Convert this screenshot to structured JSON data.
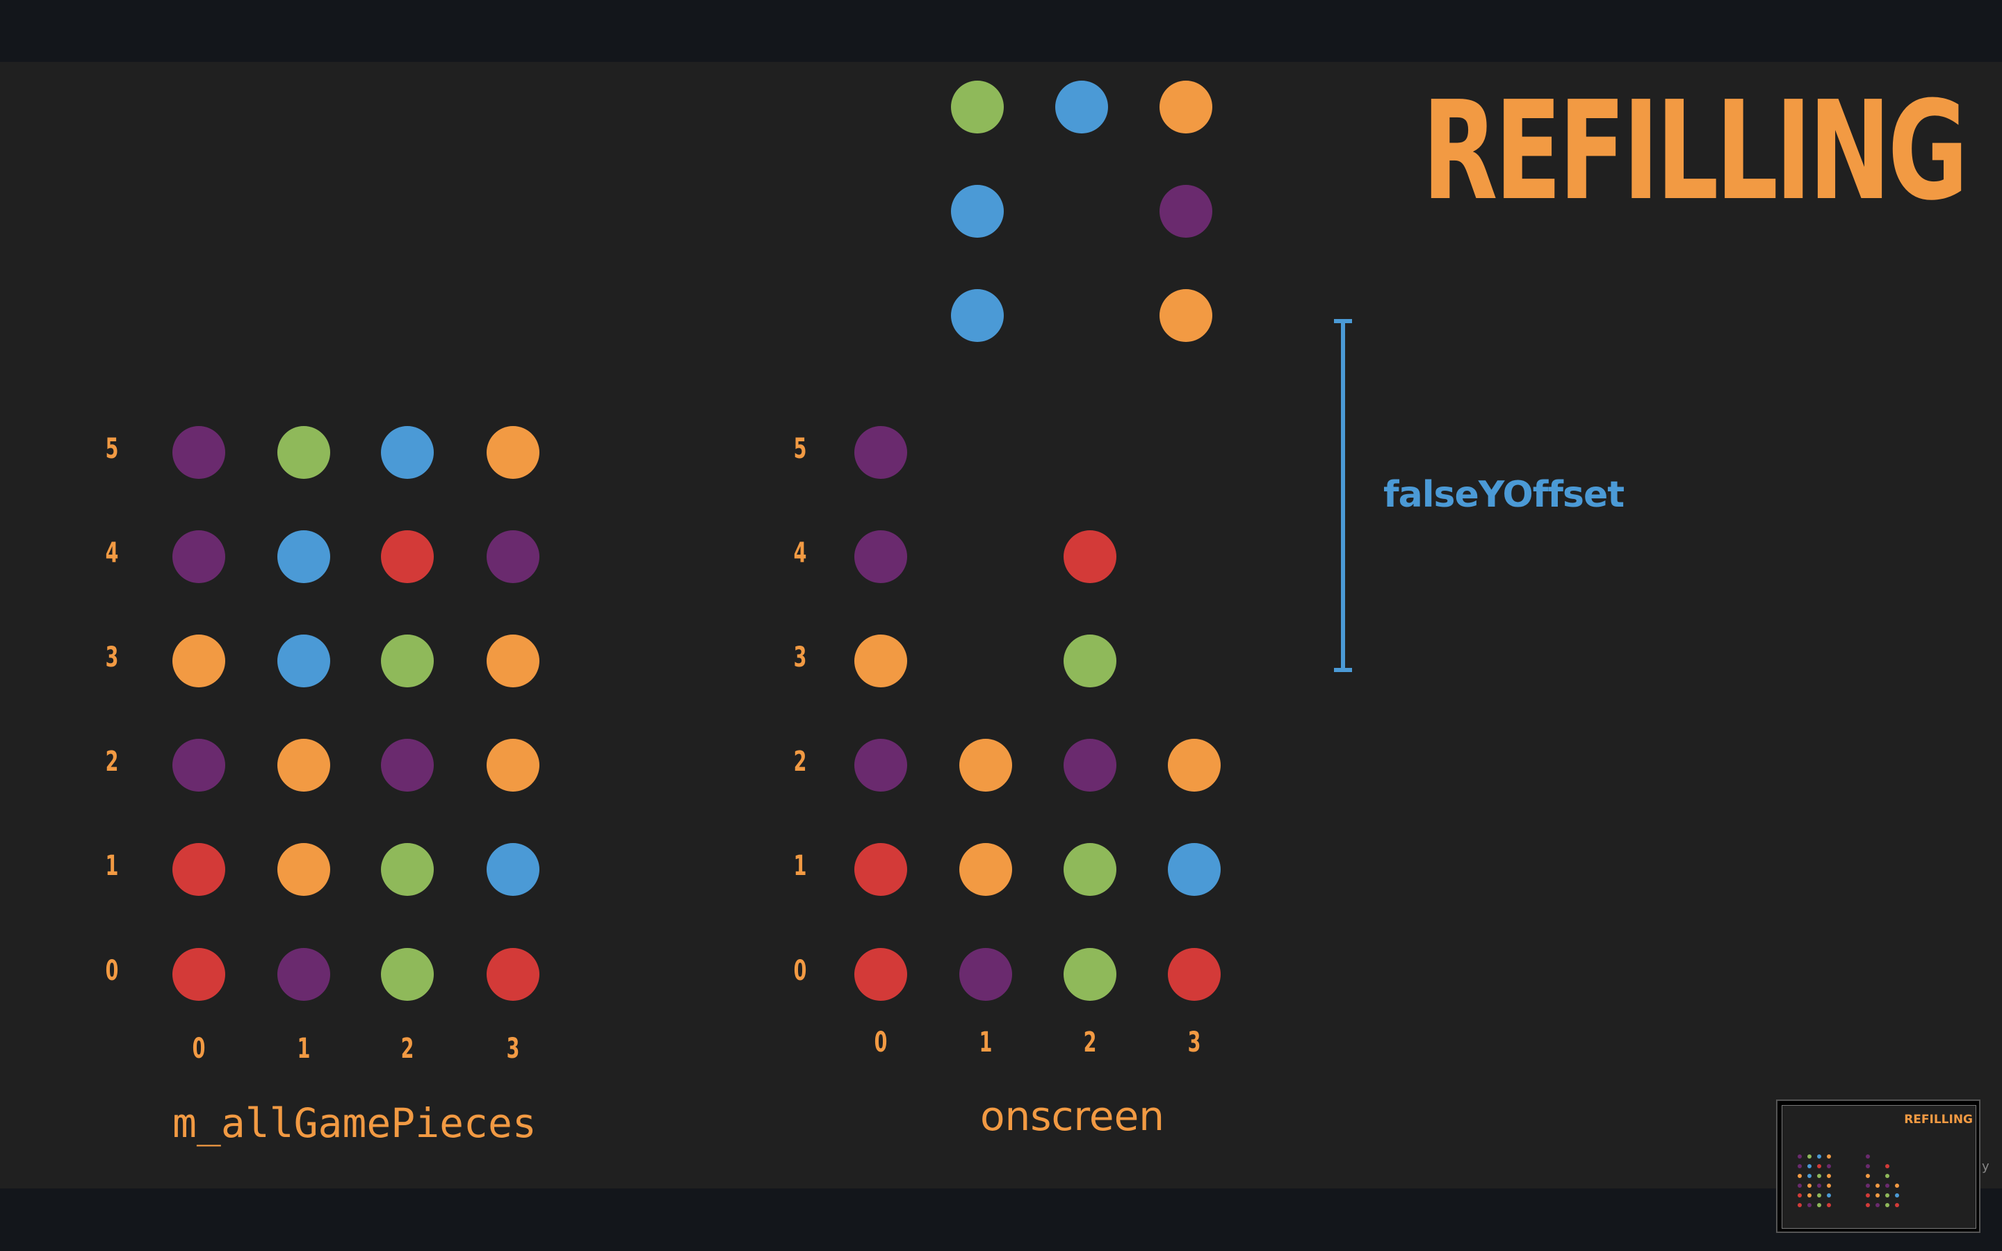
{
  "title": "REFILLING",
  "colors": {
    "purple": "#6a2a6e",
    "green": "#8fb95a",
    "blue": "#4b9ad6",
    "orange": "#f29a43",
    "red": "#d33a38",
    "label": "#f29a43",
    "offset": "#4b9ad6"
  },
  "offset_label": "falseYOffset",
  "thumbnail": {
    "title": "REFILLING",
    "tail_glyph": "y"
  },
  "grids": [
    {
      "name": "m_allGamePieces",
      "column_labels": [
        "0",
        "1",
        "2",
        "3"
      ],
      "row_labels": [
        "0",
        "1",
        "2",
        "3",
        "4",
        "5"
      ],
      "cells": [
        [
          "red",
          "purple",
          "green",
          "red"
        ],
        [
          "red",
          "orange",
          "green",
          "blue"
        ],
        [
          "purple",
          "orange",
          "purple",
          "orange"
        ],
        [
          "orange",
          "blue",
          "green",
          "orange"
        ],
        [
          "purple",
          "blue",
          "red",
          "purple"
        ],
        [
          "purple",
          "green",
          "blue",
          "orange"
        ]
      ]
    },
    {
      "name": "onscreen",
      "column_labels": [
        "0",
        "1",
        "2",
        "3"
      ],
      "row_labels": [
        "0",
        "1",
        "2",
        "3",
        "4",
        "5"
      ],
      "cells": [
        [
          "red",
          "purple",
          "green",
          "red"
        ],
        [
          "red",
          "orange",
          "green",
          "blue"
        ],
        [
          "purple",
          "orange",
          "purple",
          "orange"
        ],
        [
          "orange",
          null,
          "green",
          null
        ],
        [
          "purple",
          null,
          "red",
          null
        ],
        [
          "purple",
          null,
          null,
          null
        ]
      ],
      "refill_pieces": [
        {
          "col": 1,
          "slot": 0,
          "color": "blue"
        },
        {
          "col": 1,
          "slot": 1,
          "color": "blue"
        },
        {
          "col": 1,
          "slot": 2,
          "color": "green"
        },
        {
          "col": 2,
          "slot": 2,
          "color": "blue"
        },
        {
          "col": 3,
          "slot": 0,
          "color": "orange"
        },
        {
          "col": 3,
          "slot": 1,
          "color": "purple"
        },
        {
          "col": 3,
          "slot": 2,
          "color": "orange"
        }
      ]
    }
  ]
}
